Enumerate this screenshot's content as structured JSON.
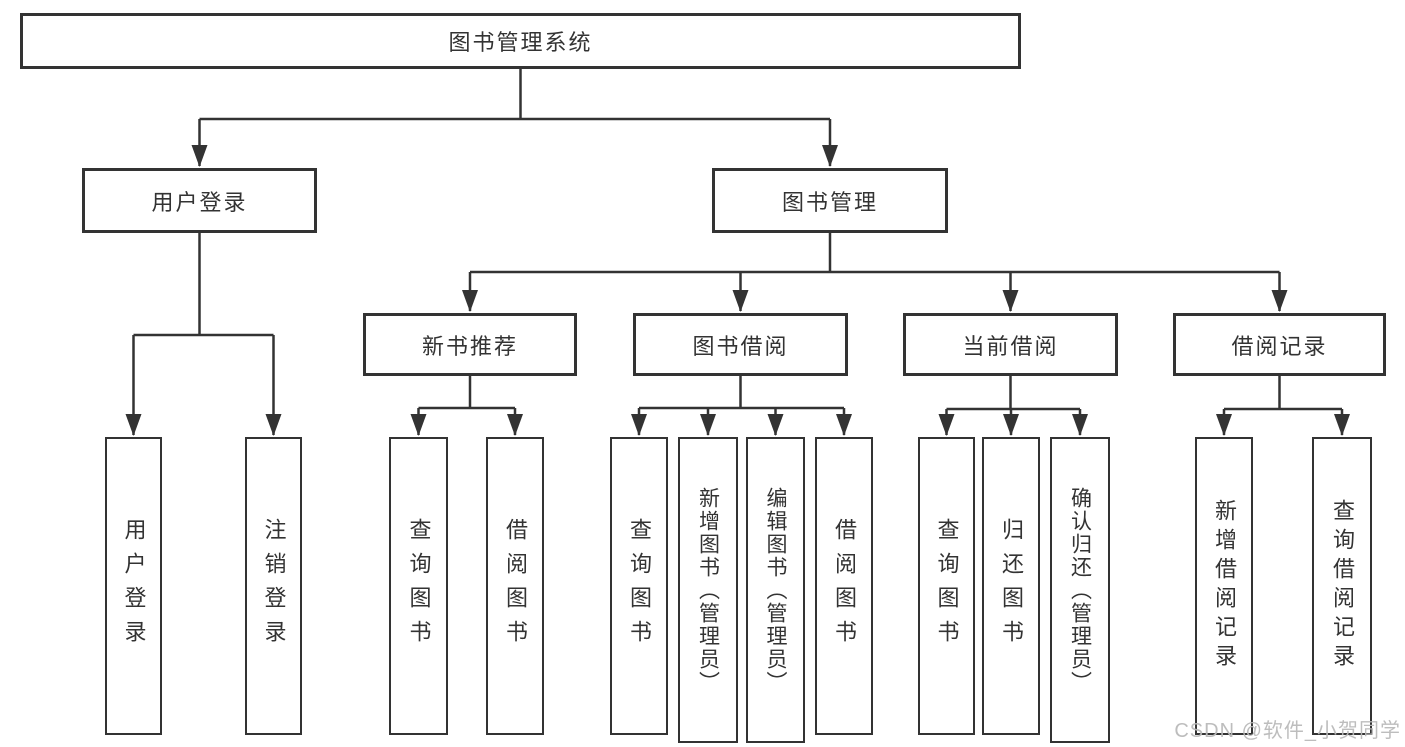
{
  "tree": {
    "root": {
      "label": "图书管理系统",
      "children": [
        {
          "label": "用户登录",
          "children": [
            {
              "label": "用户登录"
            },
            {
              "label": "注销登录"
            }
          ]
        },
        {
          "label": "图书管理",
          "children": [
            {
              "label": "新书推荐",
              "children": [
                {
                  "label": "查询图书"
                },
                {
                  "label": "借阅图书"
                }
              ]
            },
            {
              "label": "图书借阅",
              "children": [
                {
                  "label": "查询图书"
                },
                {
                  "label": "新增图书（管理员）"
                },
                {
                  "label": "编辑图书（管理员）"
                },
                {
                  "label": "借阅图书"
                }
              ]
            },
            {
              "label": "当前借阅",
              "children": [
                {
                  "label": "查询图书"
                },
                {
                  "label": "归还图书"
                },
                {
                  "label": "确认归还（管理员）"
                }
              ]
            },
            {
              "label": "借阅记录",
              "children": [
                {
                  "label": "新增借阅记录"
                },
                {
                  "label": "查询借阅记录"
                }
              ]
            }
          ]
        }
      ]
    }
  },
  "watermark": "CSDN @软件_小贺同学",
  "colors": {
    "line": "#333333",
    "box_border": "#333333",
    "box_bg": "#ffffff",
    "text": "#333333",
    "watermark": "#b9b9b9"
  }
}
